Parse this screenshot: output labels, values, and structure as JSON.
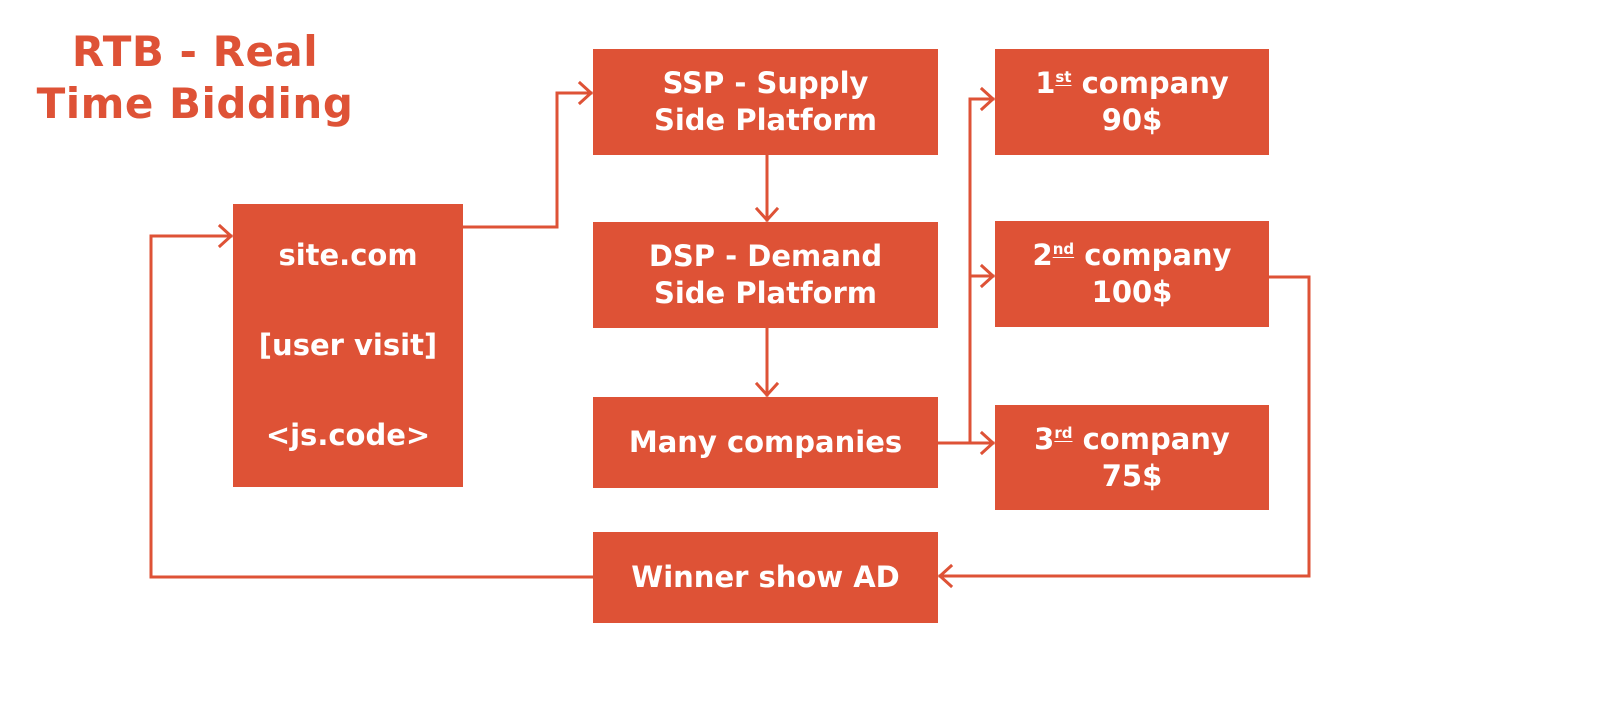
{
  "title": {
    "line1": "RTB - Real",
    "line2": "Time Bidding"
  },
  "colors": {
    "accent": "#de5236",
    "box_text": "#ffffff",
    "background": "#ffffff"
  },
  "nodes": {
    "site": {
      "line1": "site.com",
      "line2": "[user visit]",
      "line3": "<js.code>"
    },
    "ssp": {
      "line1": "SSP - Supply",
      "line2": "Side Platform"
    },
    "dsp": {
      "line1": "DSP - Demand",
      "line2": "Side Platform"
    },
    "many": {
      "label": "Many companies"
    },
    "winner": {
      "label": "Winner show AD"
    },
    "companies": [
      {
        "ordinal": "1",
        "suffix": "st",
        "name": "company",
        "bid": "90$"
      },
      {
        "ordinal": "2",
        "suffix": "nd",
        "name": "company",
        "bid": "100$"
      },
      {
        "ordinal": "3",
        "suffix": "rd",
        "name": "company",
        "bid": "75$"
      }
    ]
  },
  "edges": [
    {
      "from": "site.com",
      "to": "SSP - Supply Side Platform"
    },
    {
      "from": "SSP - Supply Side Platform",
      "to": "DSP - Demand Side Platform"
    },
    {
      "from": "DSP - Demand Side Platform",
      "to": "Many companies"
    },
    {
      "from": "Many companies",
      "to": "1st company 90$"
    },
    {
      "from": "Many companies",
      "to": "2nd company 100$"
    },
    {
      "from": "Many companies",
      "to": "3rd company 75$"
    },
    {
      "from": "2nd company 100$",
      "to": "Winner show AD"
    },
    {
      "from": "Winner show AD",
      "to": "site.com"
    }
  ]
}
